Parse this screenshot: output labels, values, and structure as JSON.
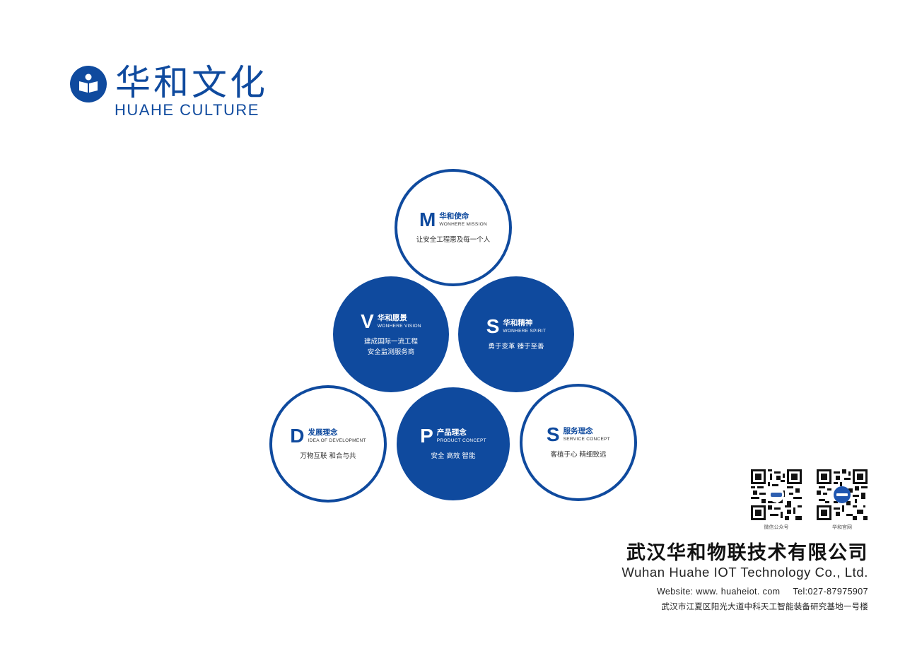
{
  "brand": {
    "name_cn": "华和文化",
    "name_en": "HUAHE CULTURE",
    "color": "#0f4a9e",
    "icon": "open-book-person-icon"
  },
  "circles": [
    {
      "id": "mission",
      "style": "outline",
      "letter": "M",
      "title_cn": "华和使命",
      "title_en": "WONHERE MISSION",
      "lines": [
        "让安全工程惠及每一个人"
      ]
    },
    {
      "id": "vision",
      "style": "filled",
      "letter": "V",
      "title_cn": "华和愿景",
      "title_en": "WONHERE VISION",
      "lines": [
        "建成国际一流工程",
        "安全监测服务商"
      ]
    },
    {
      "id": "spirit",
      "style": "filled",
      "letter": "S",
      "title_cn": "华和精神",
      "title_en": "WONHERE SPIRIT",
      "lines": [
        "勇于变革  臻于至善"
      ]
    },
    {
      "id": "development",
      "style": "outline",
      "letter": "D",
      "title_cn": "发展理念",
      "title_en": "IDEA OF DEVELOPMENT",
      "lines": [
        "万物互联  和合与共"
      ]
    },
    {
      "id": "product",
      "style": "filled",
      "letter": "P",
      "title_cn": "产品理念",
      "title_en": "PRODUCT CONCEPT",
      "lines": [
        "安全  高效  智能"
      ]
    },
    {
      "id": "service",
      "style": "outline",
      "letter": "S",
      "title_cn": "服务理念",
      "title_en": "SERVICE CONCEPT",
      "lines": [
        "客植于心 精细致远"
      ]
    }
  ],
  "qr_codes": [
    {
      "label": "微信公众号"
    },
    {
      "label": "华和官网"
    }
  ],
  "company": {
    "name_cn": "武汉华和物联技术有限公司",
    "name_en": "Wuhan Huahe IOT Technology Co., Ltd.",
    "website": "Website: www. huaheiot. com",
    "tel": "Tel:027-87975907",
    "address": "武汉市江夏区阳光大道中科天工智能装备研究基地一号楼"
  }
}
